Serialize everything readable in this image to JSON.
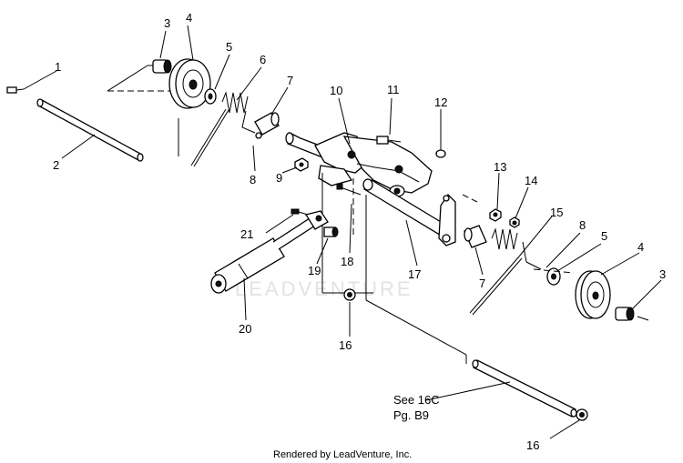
{
  "callouts": [
    "1",
    "2",
    "3",
    "4",
    "5",
    "6",
    "7",
    "8",
    "9",
    "10",
    "11",
    "12",
    "13",
    "14",
    "15",
    "8",
    "5",
    "4",
    "3",
    "21",
    "19",
    "18",
    "17",
    "7",
    "20",
    "16",
    "16"
  ],
  "note": {
    "line1": "See 16C",
    "line2": "Pg. B9"
  },
  "watermark": "LEADVENTURE",
  "footer": "Rendered by LeadVenture, Inc."
}
